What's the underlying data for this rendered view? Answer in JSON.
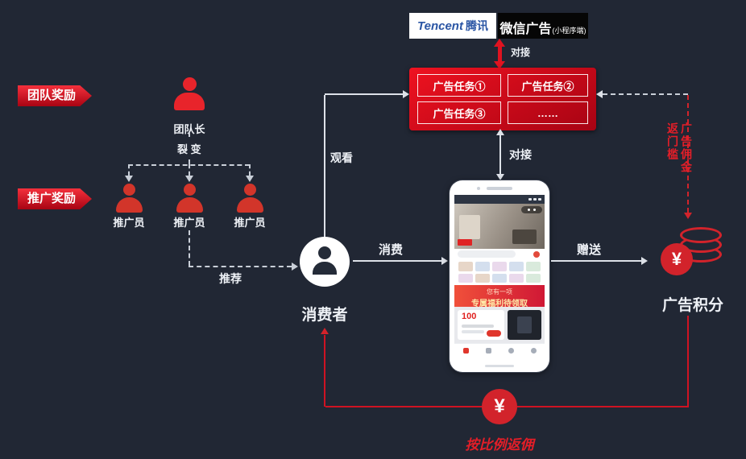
{
  "brands": {
    "tencent_en": "Tencent",
    "tencent_cn": "腾讯",
    "wechat_title": "微信广告",
    "wechat_sub": "(小程序端)"
  },
  "tasks": {
    "items": [
      "广告任务①",
      "广告任务②",
      "广告任务③",
      "……"
    ]
  },
  "ribbons": {
    "team": "团队奖励",
    "promo": "推广奖励"
  },
  "people": {
    "leader": "团队长",
    "promoter": "推广员"
  },
  "nodes": {
    "consumer": "消费者",
    "ad_points": "广告积分",
    "yuan": "¥"
  },
  "edges": {
    "dock_top": "对接",
    "dock_mid": "对接",
    "watch": "观看",
    "fission": "裂 变",
    "recommend": "推荐",
    "consume": "消费",
    "gift": "赠送",
    "commission_vertical": "广告佣金\n返门槛",
    "rebate": "按比例返佣"
  },
  "phone": {
    "promo_line1": "您有一项",
    "promo_line2": "专属福利待领取",
    "price": "100"
  },
  "colors": {
    "background": "#212734",
    "accent_red": "#d2232b",
    "line_light": "#dde1e8"
  }
}
